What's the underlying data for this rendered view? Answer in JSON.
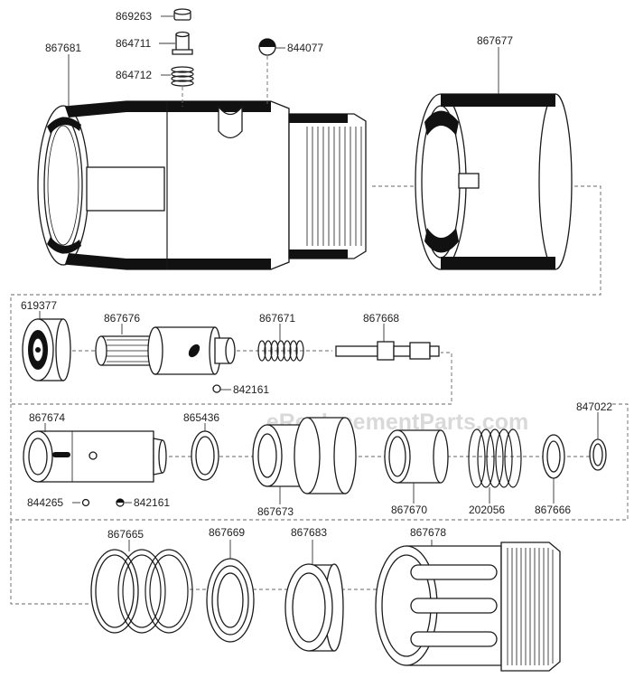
{
  "watermark": "eReplacementParts.com",
  "labels": {
    "p869263": "869263",
    "p864711": "864711",
    "p864712": "864712",
    "p844077": "844077",
    "p867681": "867681",
    "p867677": "867677",
    "p619377": "619377",
    "p867676": "867676",
    "p867671": "867671",
    "p867668": "867668",
    "p842161_a": "842161",
    "p867674": "867674",
    "p865436": "865436",
    "p847022": "847022",
    "p844265": "844265",
    "p842161_b": "842161",
    "p867673": "867673",
    "p867670": "867670",
    "p202056": "202056",
    "p867666": "867666",
    "p867665": "867665",
    "p867669": "867669",
    "p867683": "867683",
    "p867678": "867678"
  }
}
